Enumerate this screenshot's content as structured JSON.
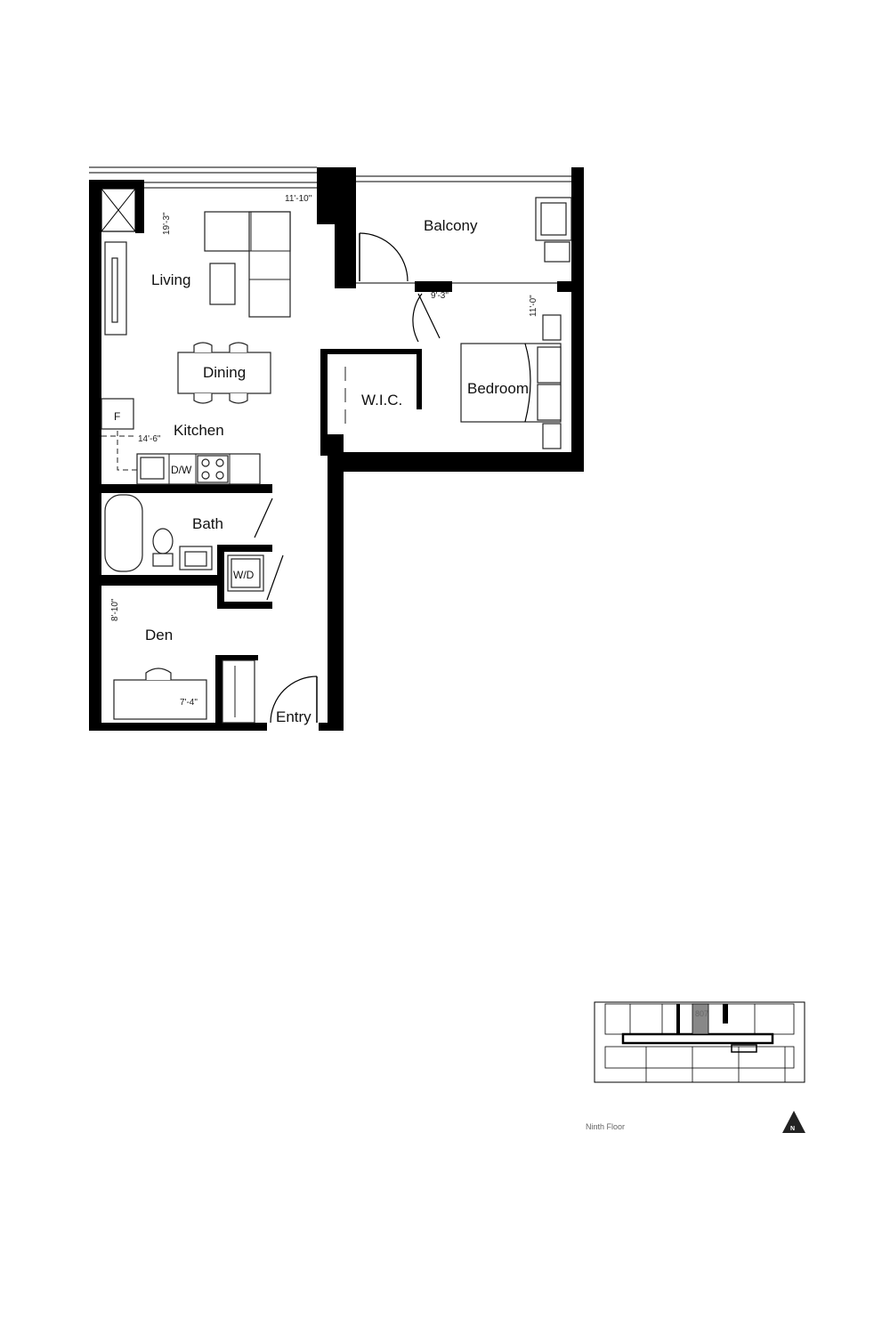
{
  "rooms": {
    "living": "Living",
    "dining": "Dining",
    "kitchen": "Kitchen",
    "balcony": "Balcony",
    "bedroom": "Bedroom",
    "wic": "W.I.C.",
    "bath": "Bath",
    "den": "Den",
    "entry": "Entry"
  },
  "appliances": {
    "fridge": "F",
    "dishwasher": "D/W",
    "washer_dryer": "W/D"
  },
  "dimensions": {
    "living_width": "11'-10\"",
    "living_depth": "19'-3\"",
    "bedroom_width": "9'-3\"",
    "bedroom_depth": "11'-0\"",
    "kitchen_width": "14'-6\"",
    "den_depth": "8'-10\"",
    "den_width": "7'-4\""
  },
  "key_plan": {
    "unit_number": "807",
    "floor_label": "Ninth Floor",
    "north_label": "N"
  }
}
